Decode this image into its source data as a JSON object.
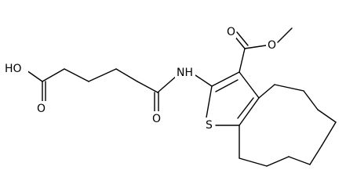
{
  "molecule": {
    "labels": {
      "hydroxyl": "HO",
      "acid_carbonyl_oxygen": "O",
      "amide_carbonyl_oxygen": "O",
      "amine": "NH",
      "ester_carbonyl_oxygen": "O",
      "ester_ether_oxygen": "O",
      "thiophene_sulfur": "S"
    }
  }
}
